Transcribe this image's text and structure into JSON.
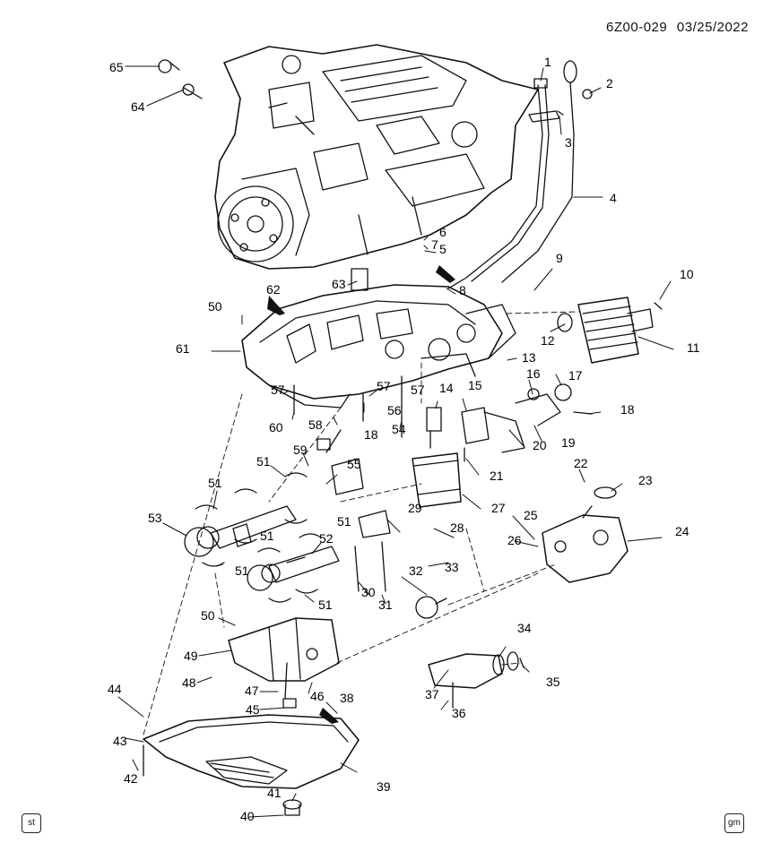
{
  "header": {
    "diagram_id": "6Z00-029",
    "date": "03/25/2022"
  },
  "callouts": [
    "1",
    "2",
    "3",
    "4",
    "5",
    "6",
    "7",
    "8",
    "9",
    "10",
    "11",
    "12",
    "13",
    "14",
    "15",
    "16",
    "17",
    "18",
    "19",
    "20",
    "21",
    "22",
    "23",
    "24",
    "25",
    "26",
    "27",
    "28",
    "29",
    "30",
    "31",
    "32",
    "33",
    "34",
    "35",
    "36",
    "37",
    "38",
    "39",
    "40",
    "41",
    "42",
    "43",
    "44",
    "45",
    "46",
    "47",
    "48",
    "49",
    "50",
    "51",
    "52",
    "53",
    "54",
    "55",
    "56",
    "57",
    "58",
    "59",
    "60",
    "61",
    "62",
    "63",
    "64",
    "65"
  ],
  "badges": {
    "left": "st",
    "right": "gm"
  }
}
